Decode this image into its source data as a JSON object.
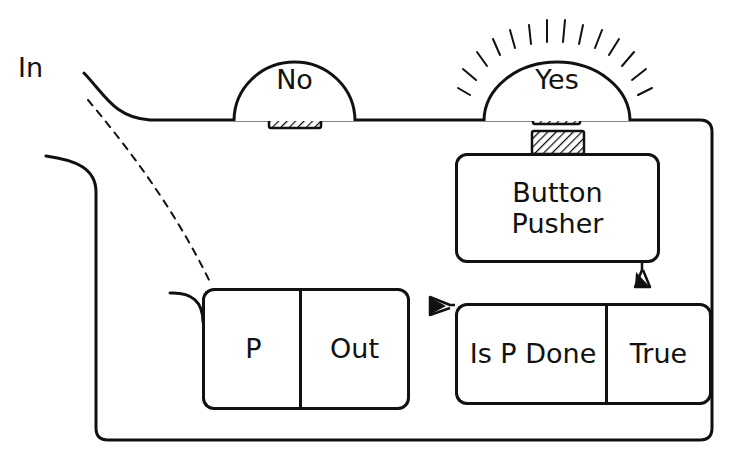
{
  "diagram": {
    "nodes": [
      {
        "text": [
          "No"
        ]
      },
      {
        "text": [
          "Yes"
        ]
      },
      {
        "text": [
          "Button Pusher"
        ]
      },
      {
        "text": [
          "P"
        ]
      },
      {
        "text": [
          "Out"
        ]
      },
      {
        "text": [
          "Is P Done"
        ]
      },
      {
        "text": [
          "True"
        ]
      }
    ],
    "labels": [
      "In"
    ]
  }
}
